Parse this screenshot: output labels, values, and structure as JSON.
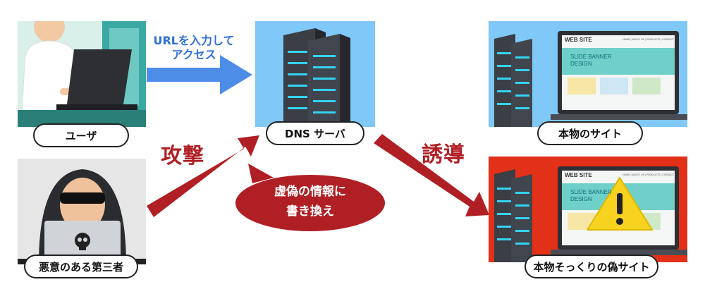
{
  "user": {
    "label": "ユーザ"
  },
  "attacker": {
    "label": "悪意のある第三者"
  },
  "dns": {
    "label": "DNS サーバ"
  },
  "real_site": {
    "label": "本物のサイト"
  },
  "fake_site": {
    "label": "本物そっくりの偽サイト"
  },
  "access_arrow": {
    "line1": "URLを入力して",
    "line2": "アクセス"
  },
  "attack_label": "攻撃",
  "redirect_label": "誘導",
  "bubble": {
    "line1": "虚偽の情報に",
    "line2": "書き換え"
  },
  "website": {
    "header": "WEB SITE",
    "nav": "HOME | ABOUT US | PRODUCTS | CONTACT",
    "banner_line1": "SLIDE BANNER",
    "banner_line2": "DESIGN"
  },
  "colors": {
    "blue_arrow": "#4d8de8",
    "red": "#b01f24",
    "light_blue_bg": "#7fc8f8",
    "fake_bg": "#e33019",
    "warning": "#f7d21e"
  }
}
